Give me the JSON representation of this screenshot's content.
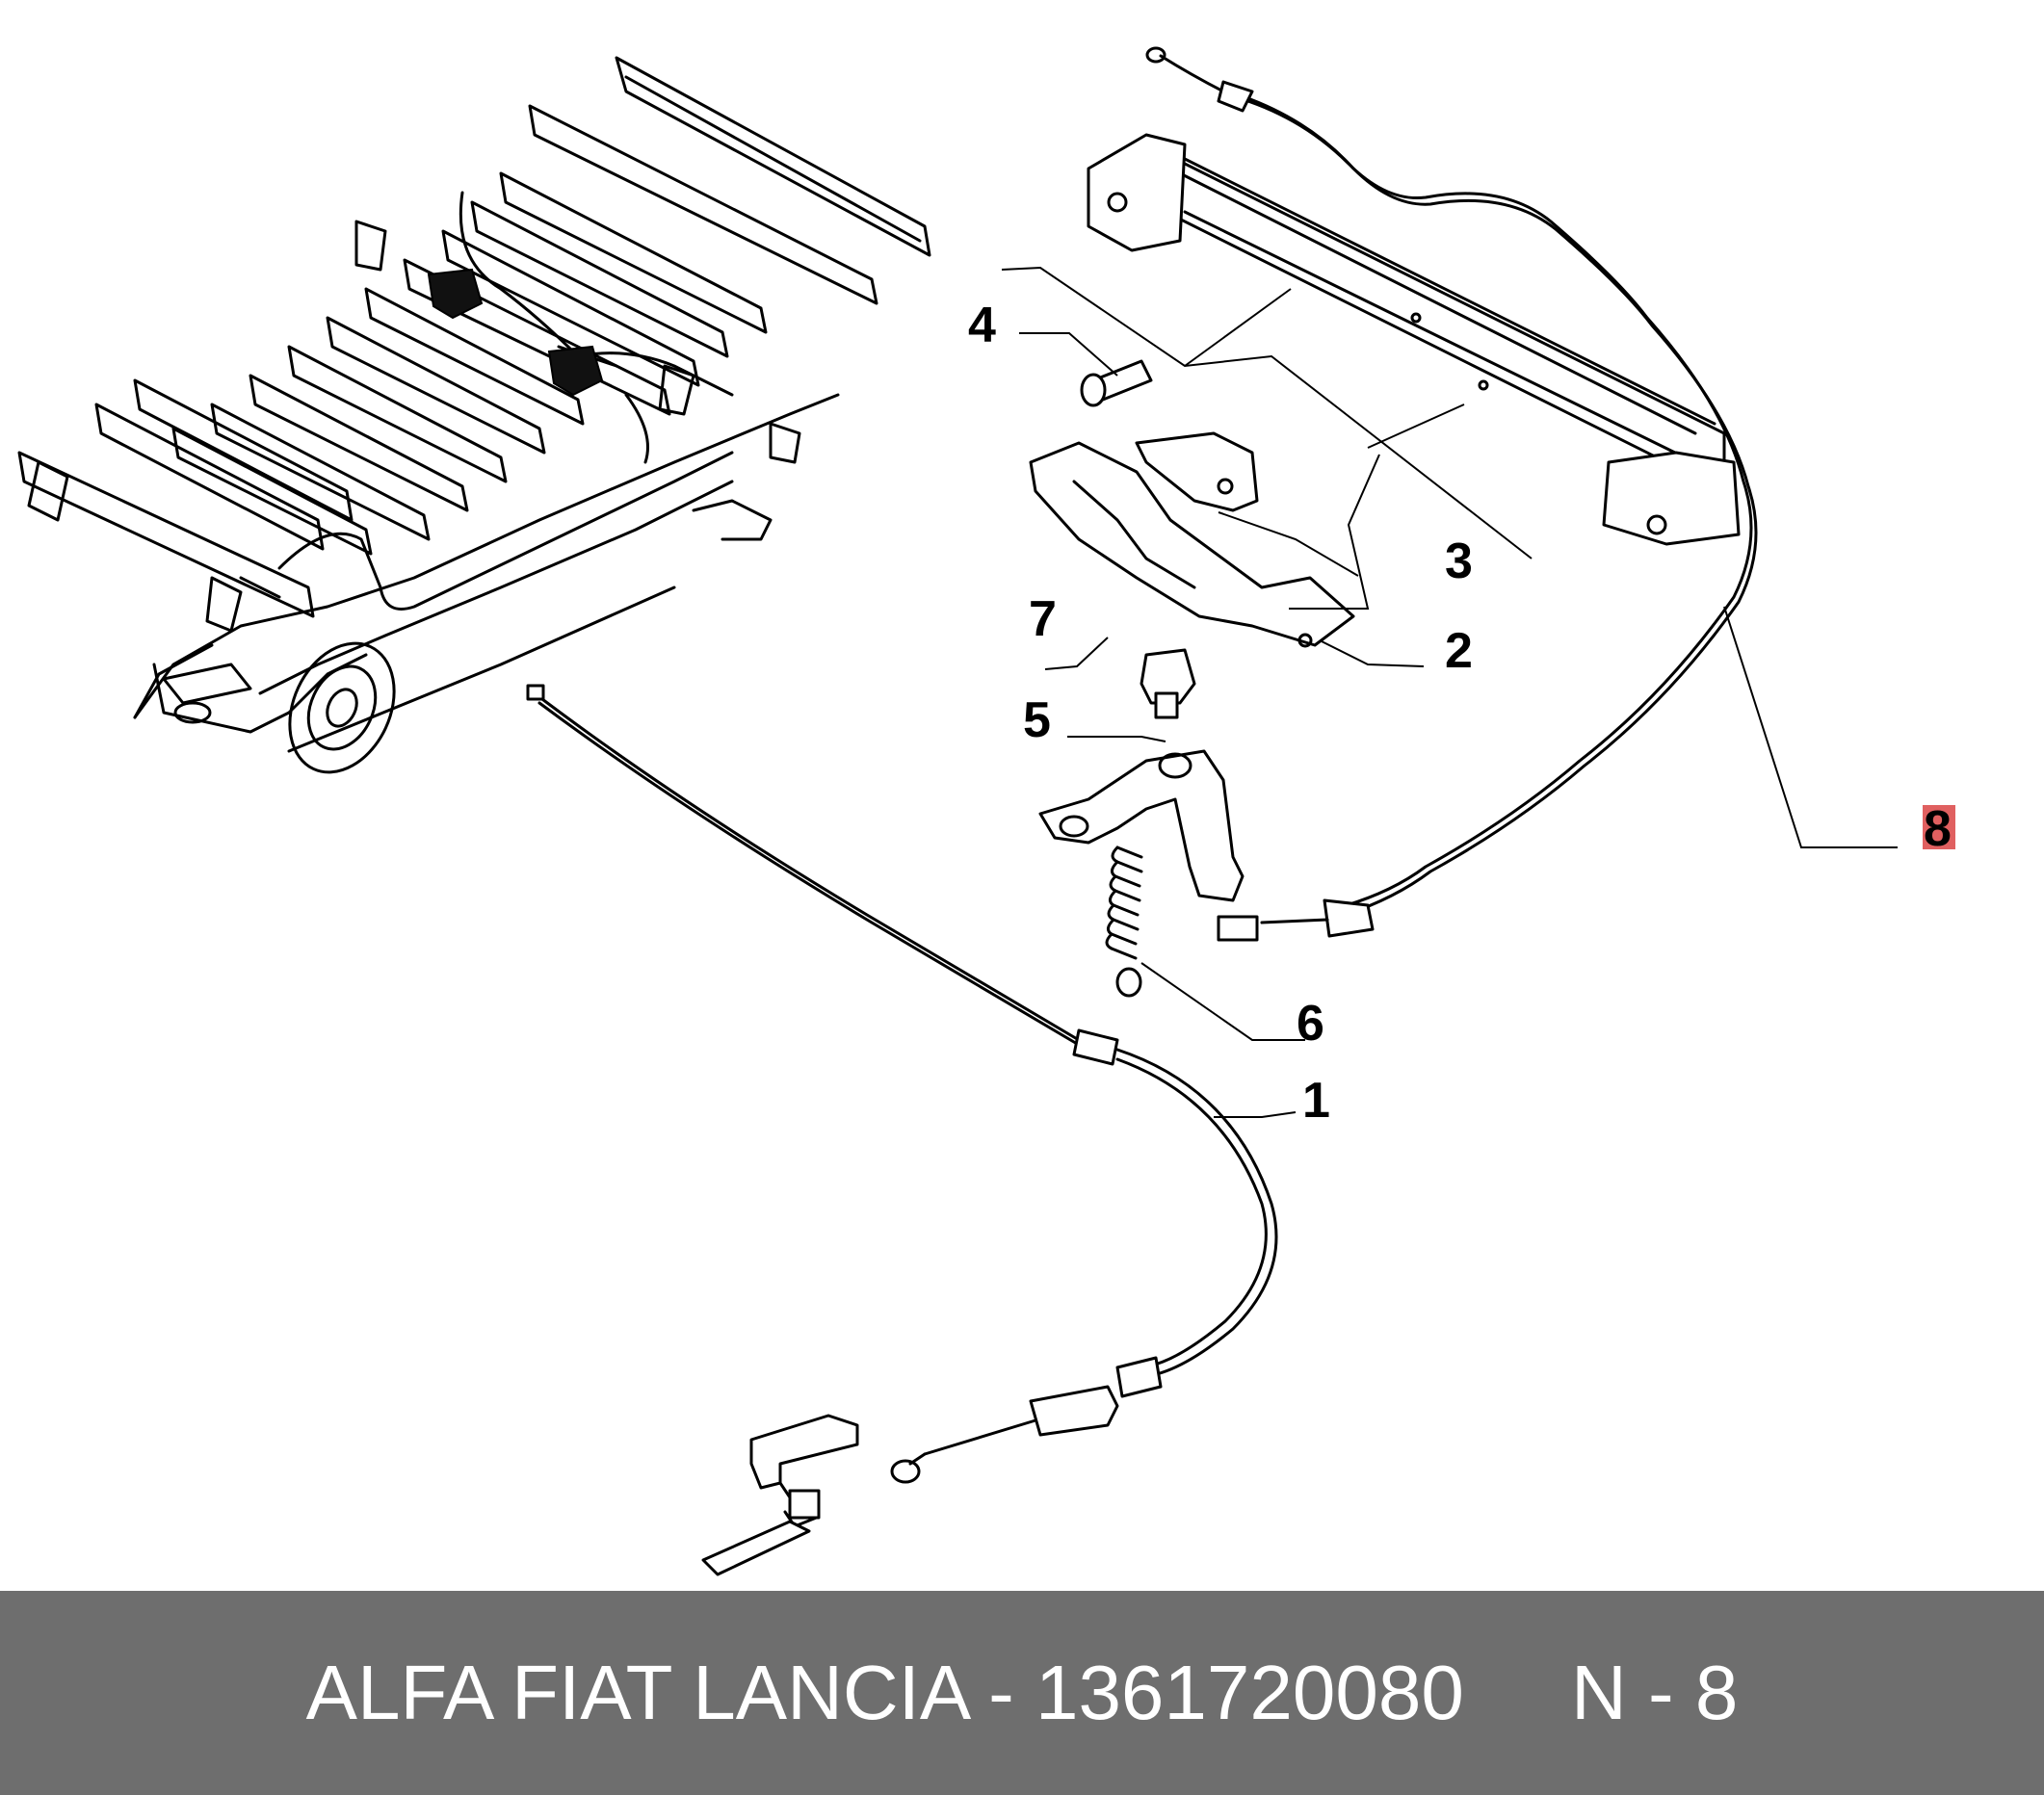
{
  "callouts": [
    {
      "id": "1",
      "label": "1",
      "highlighted": false
    },
    {
      "id": "2",
      "label": "2",
      "highlighted": false
    },
    {
      "id": "3",
      "label": "3",
      "highlighted": false
    },
    {
      "id": "4",
      "label": "4",
      "highlighted": false
    },
    {
      "id": "5",
      "label": "5",
      "highlighted": false
    },
    {
      "id": "6",
      "label": "6",
      "highlighted": false
    },
    {
      "id": "7",
      "label": "7",
      "highlighted": false
    },
    {
      "id": "8",
      "label": "8",
      "highlighted": true
    }
  ],
  "footer": {
    "text": "ALFA FIAT LANCIA - 1361720080     N - 8"
  },
  "colors": {
    "footer_bg": "#6e6e6e",
    "highlight": "#e06060",
    "line": "#000000"
  }
}
